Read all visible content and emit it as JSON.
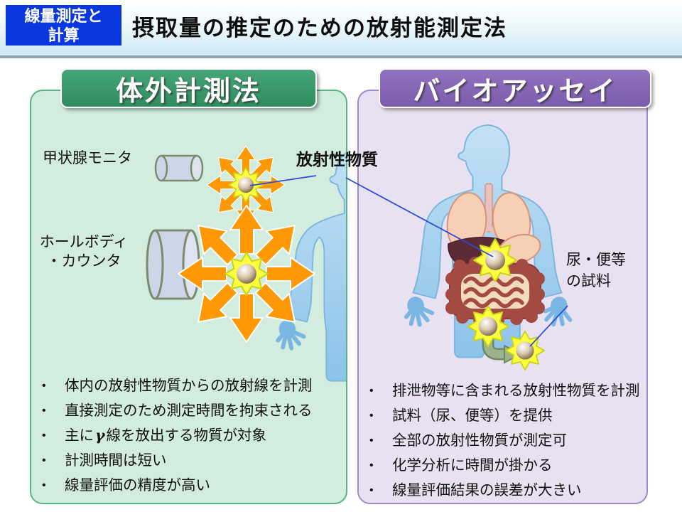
{
  "header": {
    "badge_line1": "線量測定と",
    "badge_line2": "計算",
    "title": "摂取量の推定のための放射能測定法"
  },
  "bullet_marker": "•",
  "annotations": {
    "radioactive_material": "放射性物質"
  },
  "panels": [
    {
      "id": "external-measurement",
      "title": "体外計測法",
      "labels": {
        "thyroid_monitor": "甲状腺モニタ",
        "whole_body_counter_line1": "ホールボディ",
        "whole_body_counter_line2": "・カウンタ"
      },
      "bullets": [
        "体内の放射性物質からの放射線を計測",
        "直接測定のため測定時間を拘束される",
        "主にγ線を放出する物質が対象",
        "計測時間は短い",
        "線量評価の精度が高い"
      ]
    },
    {
      "id": "bioassay",
      "title": "バイオアッセイ",
      "labels": {
        "sample_line1": "尿・便等",
        "sample_line2": "の試料"
      },
      "bullets": [
        "排泄物等に含まれる放射性物質を計測",
        "試料（尿、便等）を提供",
        "全部の放射性物質が測定可",
        "化学分析に時間が掛かる",
        "線量評価結果の誤差が大きい"
      ]
    }
  ],
  "icons": {
    "detector_small": "cylinder",
    "detector_large": "cylinder",
    "radiation_emission": "orange-arrow-burst",
    "radioactive_source": "yellow-star-with-sphere",
    "excretion_path": "green-curved-arrow",
    "connector": "blue-line"
  },
  "colors": {
    "badge_blue": "#0a38df",
    "header_gradient_bottom": "#cfe9f5",
    "green_title": "#3a9a6c",
    "green_panel_bg": "#d2ecde",
    "green_panel_border": "#57b584",
    "purple_title": "#8a68b8",
    "purple_panel_bg": "#e7e1f2",
    "purple_panel_border": "#9e8bc9",
    "body_blue": "#a5d2ef",
    "arrow_orange": "#ff9805",
    "star_yellow": "#fbff3d",
    "organ_peach": "#f6cfb4",
    "organ_maroon": "#5c2b35",
    "intestine_red": "#a34a42",
    "excretion_green": "#9cb28c",
    "connector_blue": "#2a4bd7"
  }
}
